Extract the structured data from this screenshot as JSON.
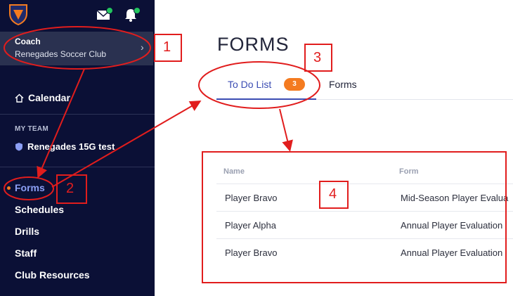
{
  "sidebar": {
    "user": {
      "role": "Coach",
      "club": "Renegades Soccer Club"
    },
    "calendar_label": "Calendar",
    "team_header": "MY TEAM",
    "team_name": "Renegades 15G test",
    "nav": [
      {
        "label": "Forms",
        "active": true
      },
      {
        "label": "Schedules"
      },
      {
        "label": "Drills"
      },
      {
        "label": "Staff"
      },
      {
        "label": "Club Resources"
      }
    ]
  },
  "main": {
    "title": "FORMS",
    "tabs": [
      {
        "label": "To Do List",
        "badge": "3",
        "active": true
      },
      {
        "label": "Forms"
      }
    ],
    "table": {
      "headers": [
        "Name",
        "Form"
      ],
      "rows": [
        [
          "Player Bravo",
          "Mid-Season Player Evalua"
        ],
        [
          "Player Alpha",
          "Annual Player Evaluation"
        ],
        [
          "Player Bravo",
          "Annual Player Evaluation"
        ]
      ]
    }
  },
  "annotations": {
    "labels": [
      "1",
      "2",
      "3",
      "4"
    ],
    "color": "#e11d1d"
  },
  "colors": {
    "sidebar_bg": "#0b1036",
    "accent": "#3b4cb3",
    "badge": "#f47b20",
    "notify": "#22c55e"
  }
}
